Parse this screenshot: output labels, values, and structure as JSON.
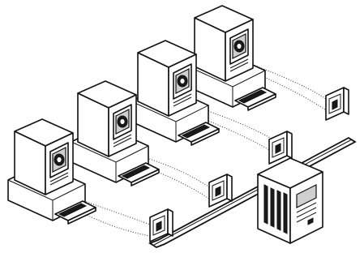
{
  "diagram": {
    "type": "network-illustration",
    "style": "black-and-white line art with stippled shading",
    "workstations": [
      {
        "name": "workstation-1"
      },
      {
        "name": "workstation-2"
      },
      {
        "name": "workstation-3"
      },
      {
        "name": "workstation-4"
      }
    ],
    "network_ports": 4,
    "server": {
      "name": "file-server"
    },
    "icons": [
      "tower-computer-icon",
      "keyboard-icon",
      "network-port-icon",
      "server-icon",
      "cable-icon"
    ]
  }
}
